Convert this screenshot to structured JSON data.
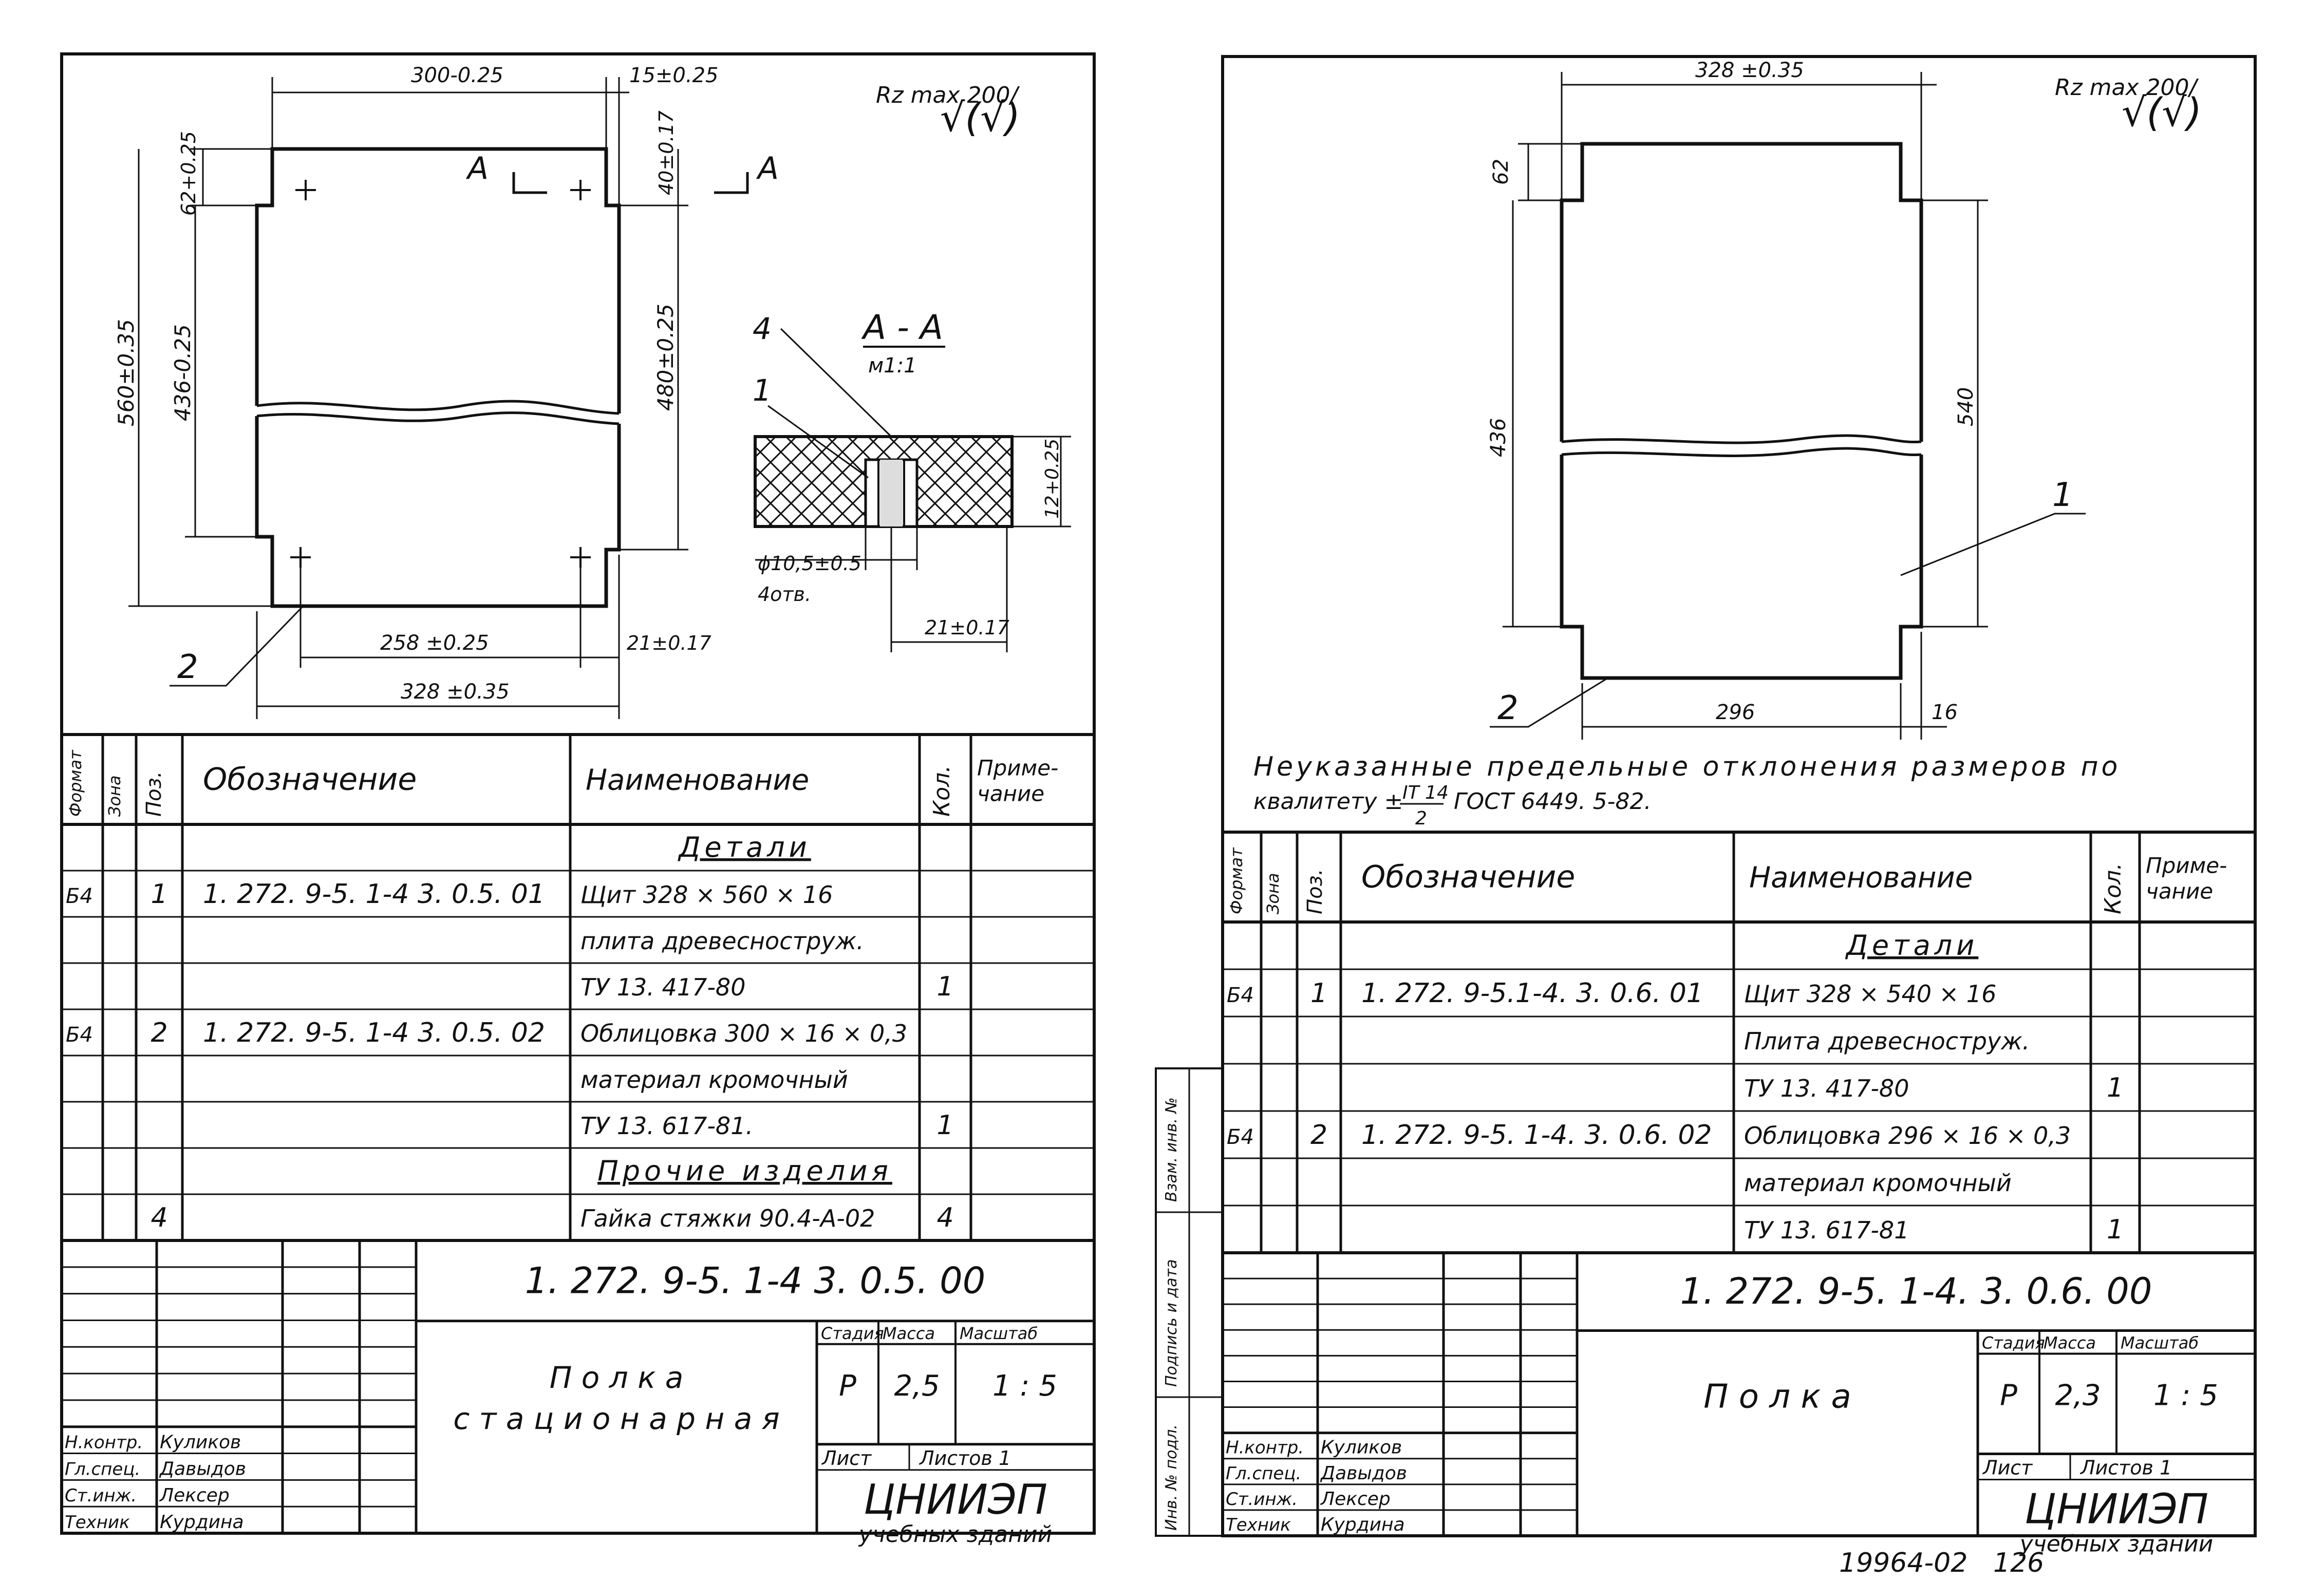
{
  "left": {
    "roughness": "Rz max 200/",
    "roughness_symbol": "√(√)",
    "dims": {
      "top_width": "300-0.25",
      "top_right": "15±0.25",
      "top_inset": "62+0.25",
      "right_inset": "40±0.17",
      "total_height": "560±0.35",
      "inner_height": "436-0.25",
      "right_height": "480±0.25",
      "hole_spacing": "258 ±0.25",
      "hole_offset": "21±0.17",
      "bottom_width": "328 ±0.35",
      "section_thickness": "12+0.25",
      "hole_dia": "ϕ10,5±0.5",
      "hole_count": "4отв.",
      "section_offset": "21±0.17"
    },
    "section_mark": "А",
    "section_title": "А - А",
    "section_scale": "м1:1",
    "callouts": [
      "4",
      "1",
      "2"
    ],
    "table": {
      "head": {
        "format": "Формат",
        "zone": "Зона",
        "pos": "Поз.",
        "designation": "Обозначение",
        "name": "Наименование",
        "qty": "Кол.",
        "note": "Приме-чание"
      },
      "rows": [
        {
          "format": "",
          "pos": "",
          "designation": "",
          "name": "Детали",
          "qty": "",
          "heading": true
        },
        {
          "format": "Б4",
          "pos": "1",
          "designation": "1. 272. 9-5. 1-4 3. 0.5. 01",
          "name": "Щит 328 × 560 × 16",
          "qty": ""
        },
        {
          "format": "",
          "pos": "",
          "designation": "",
          "name": "плита древесноструж.",
          "qty": ""
        },
        {
          "format": "",
          "pos": "",
          "designation": "",
          "name": "ТУ 13. 417-80",
          "qty": "1"
        },
        {
          "format": "Б4",
          "pos": "2",
          "designation": "1. 272. 9-5. 1-4 3. 0.5. 02",
          "name": "Облицовка 300 × 16 × 0,3",
          "qty": ""
        },
        {
          "format": "",
          "pos": "",
          "designation": "",
          "name": "материал кромочный",
          "qty": ""
        },
        {
          "format": "",
          "pos": "",
          "designation": "",
          "name": "ТУ 13. 617-81.",
          "qty": "1"
        },
        {
          "format": "",
          "pos": "",
          "designation": "",
          "name": "Прочие изделия",
          "qty": "",
          "heading": true
        },
        {
          "format": "",
          "pos": "4",
          "designation": "",
          "name": "Гайка стяжки 90.4-А-02",
          "qty": "4"
        }
      ]
    },
    "stamp": {
      "code": "1. 272. 9-5. 1-4 3. 0.5. 00",
      "title_line1": "П о л к а",
      "title_line2": "с т а ц и о н а р н а я",
      "stage_label": "Стадия",
      "mass_label": "Масса",
      "scale_label": "Масштаб",
      "stage": "Р",
      "mass": "2,5",
      "scale": "1 : 5",
      "sheet_label": "Лист",
      "sheets_label": "Листов 1",
      "org": "ЦНИИЭП",
      "org_sub": "учебных зданий",
      "people": [
        {
          "role": "Н.контр.",
          "name": "Куликов"
        },
        {
          "role": "Гл.спец.",
          "name": "Давыдов"
        },
        {
          "role": "Ст.инж.",
          "name": "Лексер"
        },
        {
          "role": "Техник",
          "name": "Курдина"
        }
      ]
    }
  },
  "right": {
    "roughness": "Rz max 200/",
    "roughness_symbol": "√(√)",
    "dims": {
      "top_width": "328 ±0.35",
      "top_inset": "62",
      "inner_height": "436",
      "right_height": "540",
      "bottom_width": "296",
      "bottom_right": "16"
    },
    "callouts": [
      "1",
      "2"
    ],
    "note_line1": "Неуказанные предельные отклонения размеров по",
    "note_line2": "квалитету ±",
    "note_frac_top": "IT 14",
    "note_frac_bottom": "2",
    "note_tail": "ГОСТ 6449. 5-82.",
    "side_labels": [
      "Инв. № подл.",
      "Подпись и дата",
      "Взам. инв. №"
    ],
    "table": {
      "head": {
        "format": "Формат",
        "zone": "Зона",
        "pos": "Поз.",
        "designation": "Обозначение",
        "name": "Наименование",
        "qty": "Кол.",
        "note": "Приме-чание"
      },
      "rows": [
        {
          "format": "",
          "pos": "",
          "designation": "",
          "name": "Детали",
          "qty": "",
          "heading": true
        },
        {
          "format": "Б4",
          "pos": "1",
          "designation": "1. 272. 9-5.1-4. 3. 0.6. 01",
          "name": "Щит 328 × 540 × 16",
          "qty": ""
        },
        {
          "format": "",
          "pos": "",
          "designation": "",
          "name": "Плита древесноструж.",
          "qty": ""
        },
        {
          "format": "",
          "pos": "",
          "designation": "",
          "name": "ТУ 13. 417-80",
          "qty": "1"
        },
        {
          "format": "Б4",
          "pos": "2",
          "designation": "1. 272. 9-5. 1-4. 3. 0.6. 02",
          "name": "Облицовка 296 × 16 × 0,3",
          "qty": ""
        },
        {
          "format": "",
          "pos": "",
          "designation": "",
          "name": "материал кромочный",
          "qty": ""
        },
        {
          "format": "",
          "pos": "",
          "designation": "",
          "name": "ТУ 13. 617-81",
          "qty": "1"
        }
      ]
    },
    "stamp": {
      "code": "1. 272. 9-5. 1-4. 3. 0.6. 00",
      "title_line1": "П о л к а",
      "title_line2": "",
      "stage_label": "Стадия",
      "mass_label": "Масса",
      "scale_label": "Масштаб",
      "stage": "Р",
      "mass": "2,3",
      "scale": "1 : 5",
      "sheet_label": "Лист",
      "sheets_label": "Листов 1",
      "org": "ЦНИИЭП",
      "org_sub": "учебных зданий",
      "people": [
        {
          "role": "Н.контр.",
          "name": "Куликов"
        },
        {
          "role": "Гл.спец.",
          "name": "Давыдов"
        },
        {
          "role": "Ст.инж.",
          "name": "Лексер"
        },
        {
          "role": "Техник",
          "name": "Курдина"
        }
      ]
    }
  },
  "footer": {
    "number": "19964-02",
    "page": "126"
  }
}
